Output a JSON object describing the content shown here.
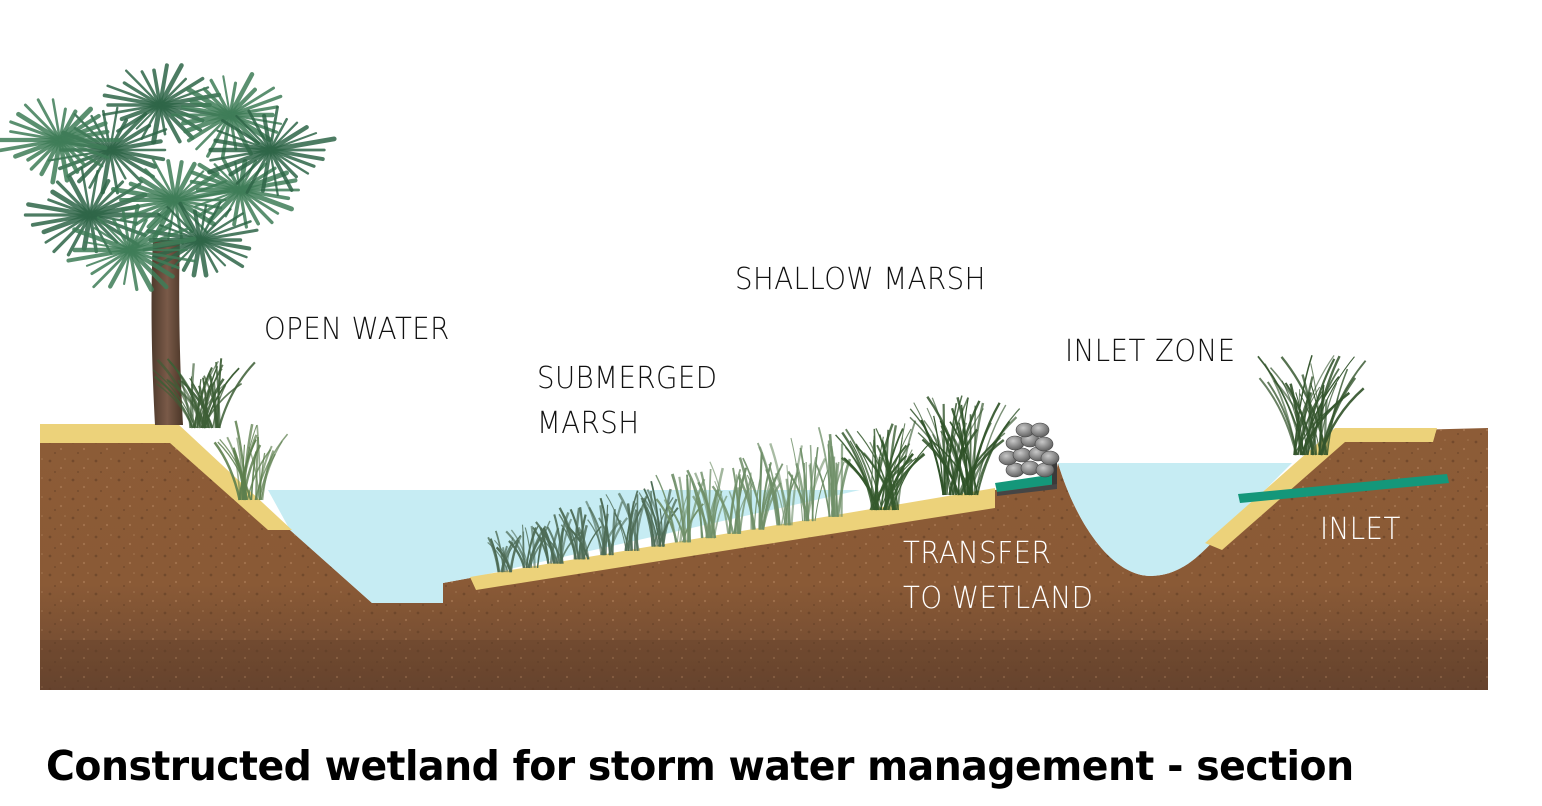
{
  "diagram": {
    "title": "Constructed wetland for storm water management - section",
    "labels": {
      "open_water": "OPEN WATER",
      "submerged_marsh_line1": "SUBMERGED",
      "submerged_marsh_line2": "MARSH",
      "shallow_marsh": "SHALLOW MARSH",
      "inlet_zone": "INLET ZONE",
      "transfer_line1": "TRANSFER",
      "transfer_line2": "TO WETLAND",
      "inlet": "INLET"
    },
    "elements": [
      "palm-tree",
      "grass-clumps",
      "rock-pile",
      "transfer-pipe",
      "inlet-pipe",
      "soil-section",
      "sand-liner",
      "water"
    ],
    "colors": {
      "soil": "#8a5a36",
      "soil_dark": "#6e452a",
      "sand": "#ecd27a",
      "water": "#c6ecf3",
      "pipe": "#14977a",
      "grass": "#3f6b34",
      "palm": "#3c7a55",
      "trunk": "#6b4f3d",
      "rock": "#8c8c8c"
    }
  }
}
